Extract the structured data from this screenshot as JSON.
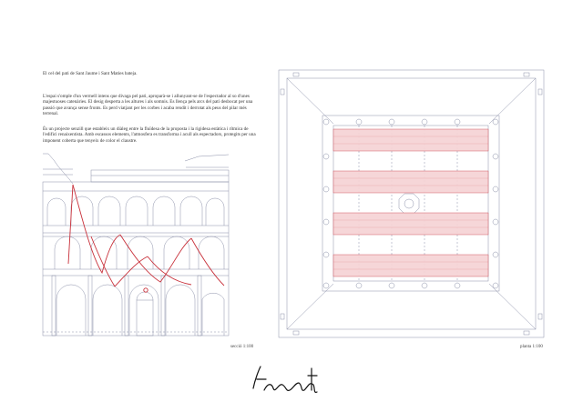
{
  "text": {
    "heading": "El cel del pati de Sant Jaume i Sant Maties bateja.",
    "paragraph1": "L'espai s'omple d'un vermell intens que divaga pel pati, aproparà-se i allunyant-se de l'espectador al so d'unes majestuoses catenàries. El desig desperta a les altures i als somnis. Es llença pels arcs del pati desbocat per una passió que avança sense fronts. Es perd viatjant per les corbes i acaba rendit i derrotat als peus del pilar més terrenal.",
    "paragraph2": "És un projecte senzill que estableix un diàleg entre la fluïdesa de la proposta i la rigidesa estàtica i rítmica de l'edifici renaixentista. Amb escassos elements, l'atmosfera es transforma i acull als espectadors, protegits per una imponent coberta que tenyeix de color el claustre."
  },
  "captions": {
    "section": "secció 1:100",
    "plan": "planta 1:100"
  },
  "signature": "teatregrat",
  "colors": {
    "drawing_line": "#8a8fa8",
    "accent_red": "#c8303a",
    "fill_pink": "#f6d4d6"
  }
}
